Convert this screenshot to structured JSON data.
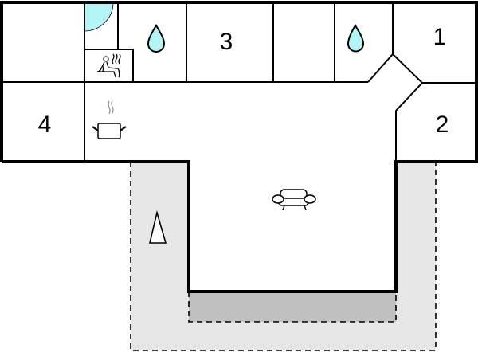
{
  "floorplan": {
    "colors": {
      "wall": "#000000",
      "water": "#b3f5f7",
      "terrace": "#e6e6e6",
      "terrace_covered": "#c0c0c0",
      "background": "#ffffff"
    },
    "rooms": [
      {
        "id": "bedroom-1",
        "label": "1"
      },
      {
        "id": "bedroom-2",
        "label": "2"
      },
      {
        "id": "bedroom-3",
        "label": "3"
      },
      {
        "id": "bedroom-4",
        "label": "4"
      }
    ],
    "icons": [
      {
        "name": "shower-icon",
        "room": "shower"
      },
      {
        "name": "sauna-icon",
        "room": "sauna"
      },
      {
        "name": "bathroom-water-drop-icon",
        "room": "bathroom-left"
      },
      {
        "name": "bathroom-water-drop-icon",
        "room": "bathroom-right"
      },
      {
        "name": "kitchen-pot-icon",
        "room": "kitchen"
      },
      {
        "name": "sofa-icon",
        "room": "living-room"
      },
      {
        "name": "north-arrow-icon",
        "room": "terrace"
      }
    ]
  }
}
